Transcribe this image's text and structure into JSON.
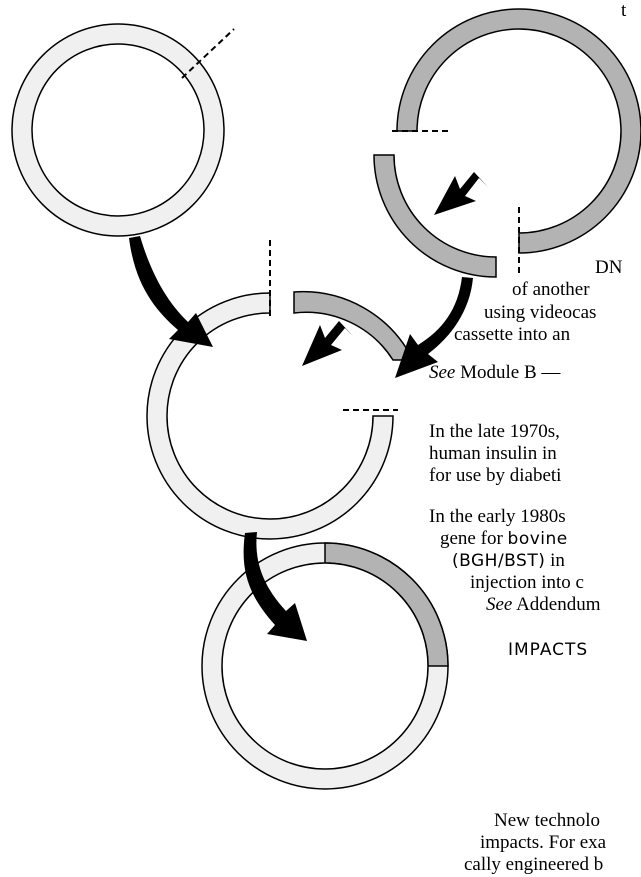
{
  "colors": {
    "plasmid_fill": "#f0f0f0",
    "insert_fill": "#b3b3b3",
    "stroke": "#000000",
    "arrow": "#000000"
  },
  "text": {
    "top_fragment": "t",
    "dna_fragment": "DN",
    "line_another": "of another",
    "line_videocas": "using videocas",
    "line_cassette": "cassette into an",
    "see_module_b_see": "See",
    "see_module_b_rest": " Module B —",
    "late_1970s_1": "In the late 1970s,",
    "late_1970s_2": "human insulin in",
    "late_1970s_3": "for use by diabeti",
    "early_1980s_1": "In the early 1980s",
    "early_1980s_2a": "gene for ",
    "early_1980s_2b": "bovine",
    "early_1980s_3a": "(BGH/BST)",
    "early_1980s_3b": " in",
    "early_1980s_4": "injection into c",
    "addendum_see": "See",
    "addendum_rest": " Addendum",
    "impacts_heading": "IMPACTS",
    "impacts_1": "New technolo",
    "impacts_2": "impacts. For exa",
    "impacts_3": "cally engineered b"
  }
}
